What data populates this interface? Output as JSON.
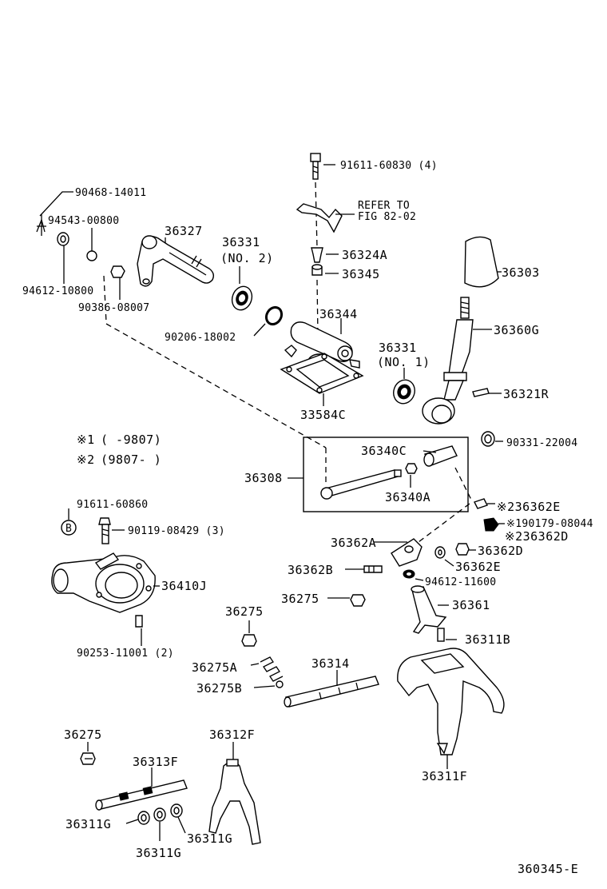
{
  "diagram_id": "360345-E",
  "legend": [
    {
      "mark": "※1",
      "text": "(        -9807)"
    },
    {
      "mark": "※2",
      "text": "(9807-        )"
    }
  ],
  "parts": {
    "p90468": "90468-14011",
    "p94543": "94543-00800",
    "p94612_10800": "94612-10800",
    "p90386": "90386-08007",
    "p36327": "36327",
    "p36331_no2": "36331",
    "p36331_no2_sub": "(NO. 2)",
    "p91611_60830": "91611-60830 (4)",
    "refer_to": "REFER TO",
    "refer_fig": "FIG 82-02",
    "p36324A": "36324A",
    "p36345": "36345",
    "p36303": "36303",
    "p90206": "90206-18002",
    "p36344": "36344",
    "p36360G": "36360G",
    "p36331_no1": "36331",
    "p36331_no1_sub": "(NO. 1)",
    "p36321R": "36321R",
    "p33584C": "33584C",
    "p90331": "90331-22004",
    "p36340C": "36340C",
    "p36308": "36308",
    "p36340A": "36340A",
    "p91611_60860": "91611-60860",
    "circle_b": "B",
    "p90119": "90119-08429 (3)",
    "p36362E_a": "※236362E",
    "p190179": "※190179-08044",
    "p36362D_a": "※236362D",
    "p36362A": "36362A",
    "p36362D": "36362D",
    "p36362E": "36362E",
    "p36362B": "36362B",
    "p94612_11600": "94612-11600",
    "p36410J": "36410J",
    "p36275_a": "36275",
    "p36361": "36361",
    "p36275_b": "36275",
    "p36311B": "36311B",
    "p90253": "90253-11001 (2)",
    "p36314": "36314",
    "p36275A": "36275A",
    "p36275B": "36275B",
    "p36275_c": "36275",
    "p36312F": "36312F",
    "p36313F": "36313F",
    "p36311F": "36311F",
    "p36311G_a": "36311G",
    "p36311G_b": "36311G",
    "p36311G_c": "36311G"
  },
  "icons": [
    "bolt-icon",
    "washer-icon",
    "gasket-icon",
    "knob-icon",
    "lever-icon",
    "fork-icon",
    "shaft-icon",
    "spring-icon",
    "ball-icon",
    "oil-seal-icon",
    "housing-icon",
    "clip-icon"
  ]
}
